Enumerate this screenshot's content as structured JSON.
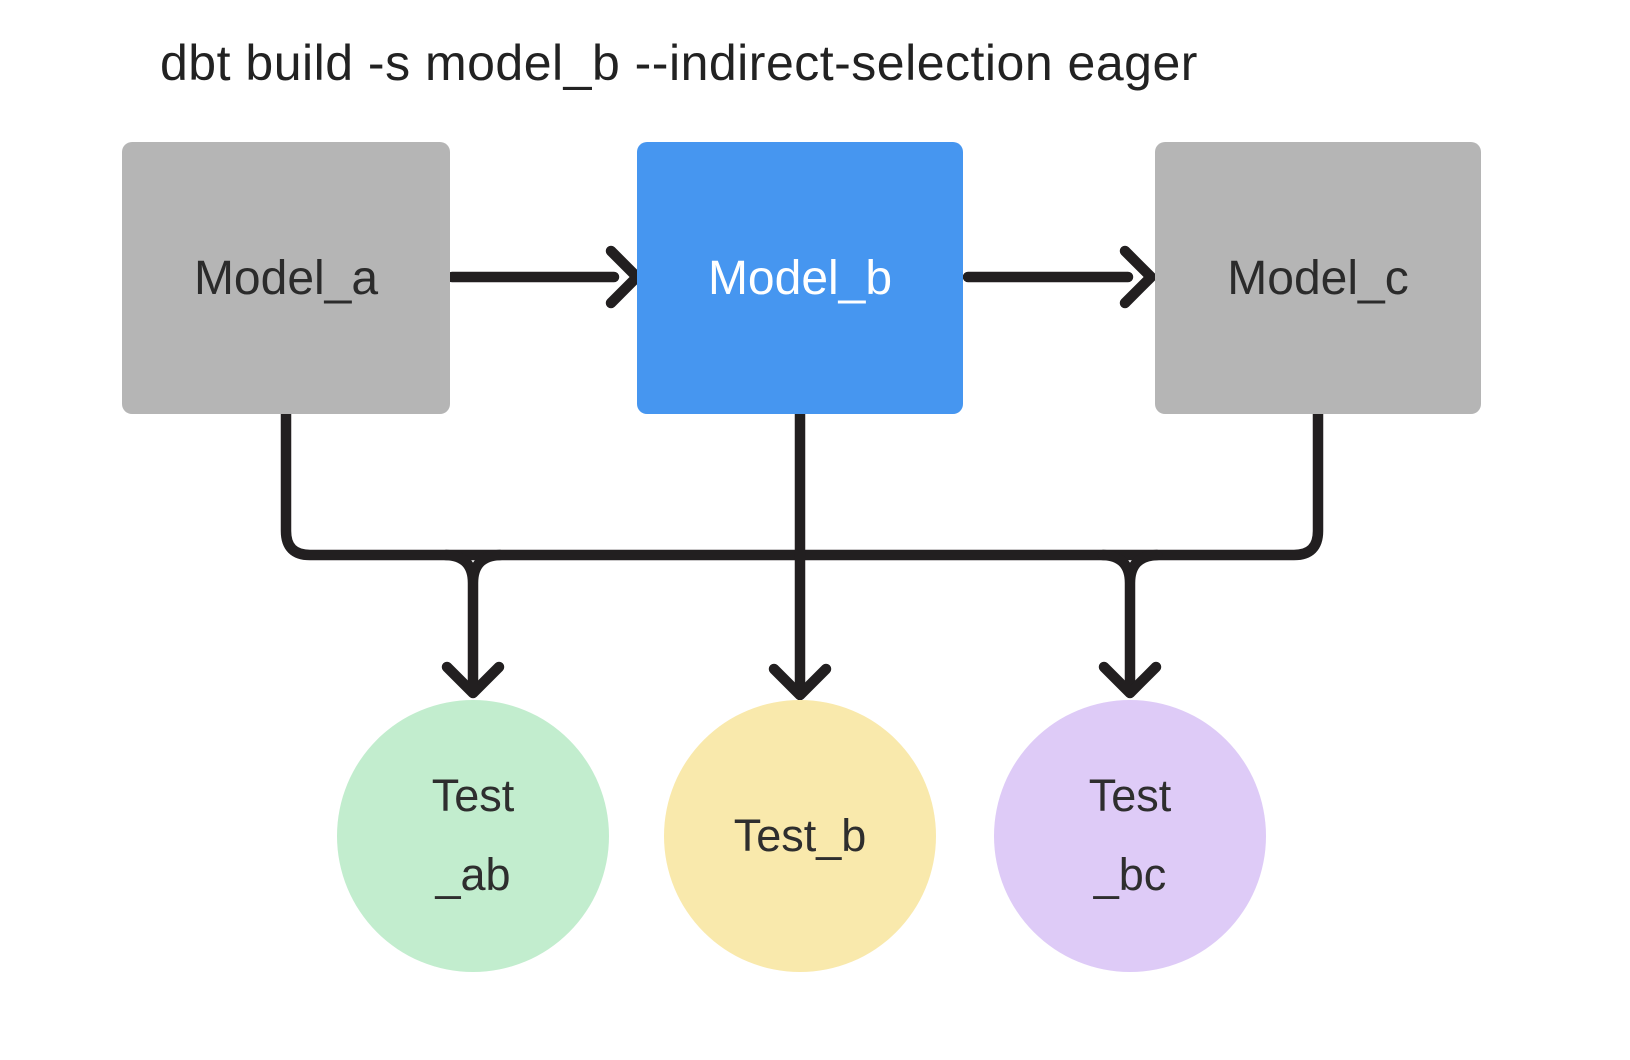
{
  "title": "dbt build -s model_b --indirect-selection eager",
  "colors": {
    "background": "#ffffff",
    "title_text": "#222222",
    "edge": "#221f20",
    "model_default_fill": "#b5b5b5",
    "model_selected_fill": "#4696f0",
    "model_default_text": "#2b2b2b",
    "model_selected_text": "#ffffff",
    "test_ab_fill": "#c2edce",
    "test_b_fill": "#f9e9ac",
    "test_bc_fill": "#decbf7",
    "test_text": "#2e2e2e"
  },
  "nodes": {
    "models": [
      {
        "id": "model_a",
        "label": "Model_a",
        "selected": false
      },
      {
        "id": "model_b",
        "label": "Model_b",
        "selected": true
      },
      {
        "id": "model_c",
        "label": "Model_c",
        "selected": false
      }
    ],
    "tests": [
      {
        "id": "test_ab",
        "label": "Test\n_ab"
      },
      {
        "id": "test_b",
        "label": "Test_b"
      },
      {
        "id": "test_bc",
        "label": "Test\n_bc"
      }
    ]
  },
  "edges": [
    {
      "from": "model_a",
      "to": "model_b"
    },
    {
      "from": "model_b",
      "to": "model_c"
    },
    {
      "from": "model_a",
      "to": "test_ab"
    },
    {
      "from": "model_b",
      "to": "test_ab"
    },
    {
      "from": "model_b",
      "to": "test_b"
    },
    {
      "from": "model_b",
      "to": "test_bc"
    },
    {
      "from": "model_c",
      "to": "test_bc"
    }
  ]
}
